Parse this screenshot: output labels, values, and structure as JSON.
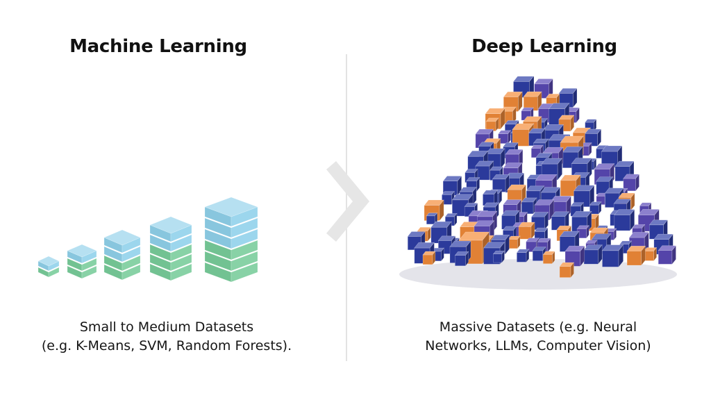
{
  "left": {
    "title": "Machine Learning",
    "caption_line1": "Small to Medium Datasets",
    "caption_line2": "(e.g. K-Means, SVM, Random Forests)."
  },
  "right": {
    "title": "Deep Learning",
    "caption_line1": "Massive Datasets (e.g. Neural",
    "caption_line2": "Networks, LLMs, Computer Vision)"
  },
  "icons": {
    "separator": "chevron-right-icon",
    "ml_visual": "stacked-cubes-icon",
    "dl_visual": "cube-pile-icon"
  },
  "colors": {
    "small_data_blue": "#8fd0ea",
    "small_data_green": "#78cc9a",
    "large_data_navy": "#2f3fa8",
    "large_data_purple": "#5b4ab8",
    "large_data_orange": "#f58c3a",
    "separator_gray": "#e6e6e6"
  }
}
